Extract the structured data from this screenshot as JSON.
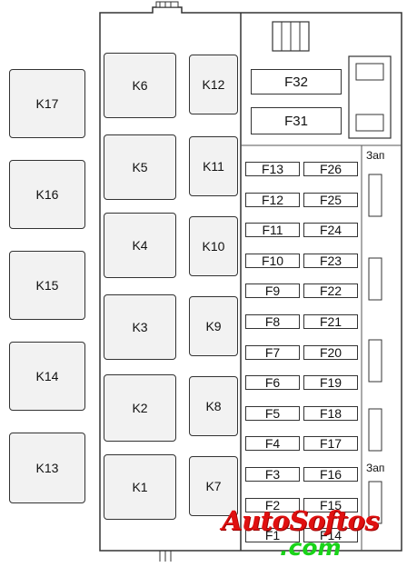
{
  "relays_left": [
    "K17",
    "K16",
    "K15",
    "K14",
    "K13"
  ],
  "relays_middle": [
    "K6",
    "K5",
    "K4",
    "K3",
    "K2",
    "K1"
  ],
  "relays_small": [
    "K12",
    "K11",
    "K10",
    "K9",
    "K8",
    "K7"
  ],
  "fuses_large": [
    "F32",
    "F31"
  ],
  "fuses_left_column": [
    "F13",
    "F12",
    "F11",
    "F10",
    "F9",
    "F8",
    "F7",
    "F6",
    "F5",
    "F4",
    "F3",
    "F2",
    "F1"
  ],
  "fuses_right_column": [
    "F26",
    "F25",
    "F24",
    "F23",
    "F22",
    "F21",
    "F20",
    "F19",
    "F18",
    "F17",
    "F16",
    "F15",
    "F14"
  ],
  "spare_label": "Зап",
  "watermark": {
    "name": "AutoSoftos",
    "domain": ".com",
    "colors": {
      "name": "#e01010",
      "domain": "#19d319"
    }
  }
}
